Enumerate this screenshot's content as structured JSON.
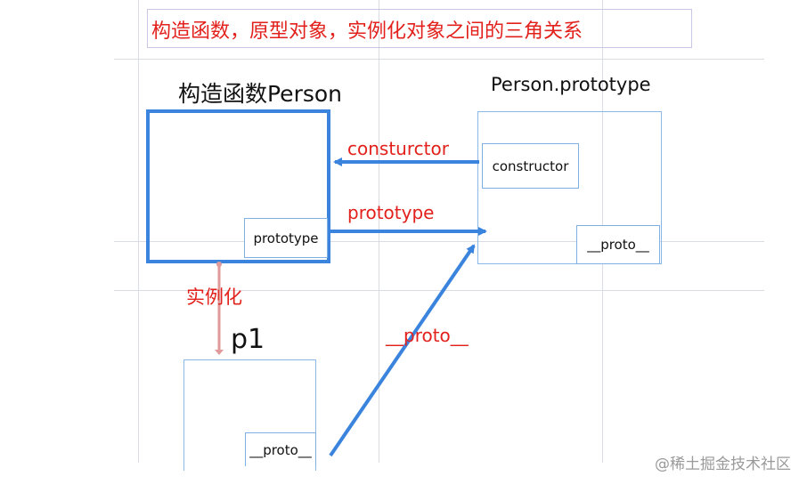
{
  "title": "构造函数，原型对象，实例化对象之间的三角关系",
  "constructor_label": "构造函数Person",
  "prototype_object_label": "Person.prototype",
  "instance_label": "p1",
  "constructor_box": {
    "prototype_field": "prototype"
  },
  "prototype_box": {
    "constructor_field": "constructor",
    "proto_field": "__proto__"
  },
  "instance_box": {
    "proto_field": "__proto__"
  },
  "edges": {
    "consturctor": "consturctor",
    "prototype": "prototype",
    "instantiate": "实例化",
    "proto": "__proto__"
  },
  "watermark": "@稀土掘金技术社区",
  "colors": {
    "arrow_blue": "#3a84de",
    "box_blue": "#8ab8e8",
    "label_red": "#e2211c",
    "instantiate_line": "#e09a9a"
  }
}
